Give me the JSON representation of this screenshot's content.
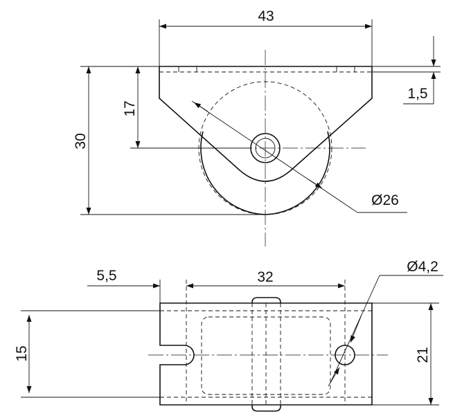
{
  "dimensions": {
    "overall_width": "43",
    "offset_top": "1,5",
    "axle_height": "17",
    "overall_height": "30",
    "wheel_diameter": "Ø26",
    "slot_offset": "5,5",
    "hole_spacing": "32",
    "hole_diameter": "Ø4,2",
    "plate_inner_width": "15",
    "plate_depth": "21"
  }
}
